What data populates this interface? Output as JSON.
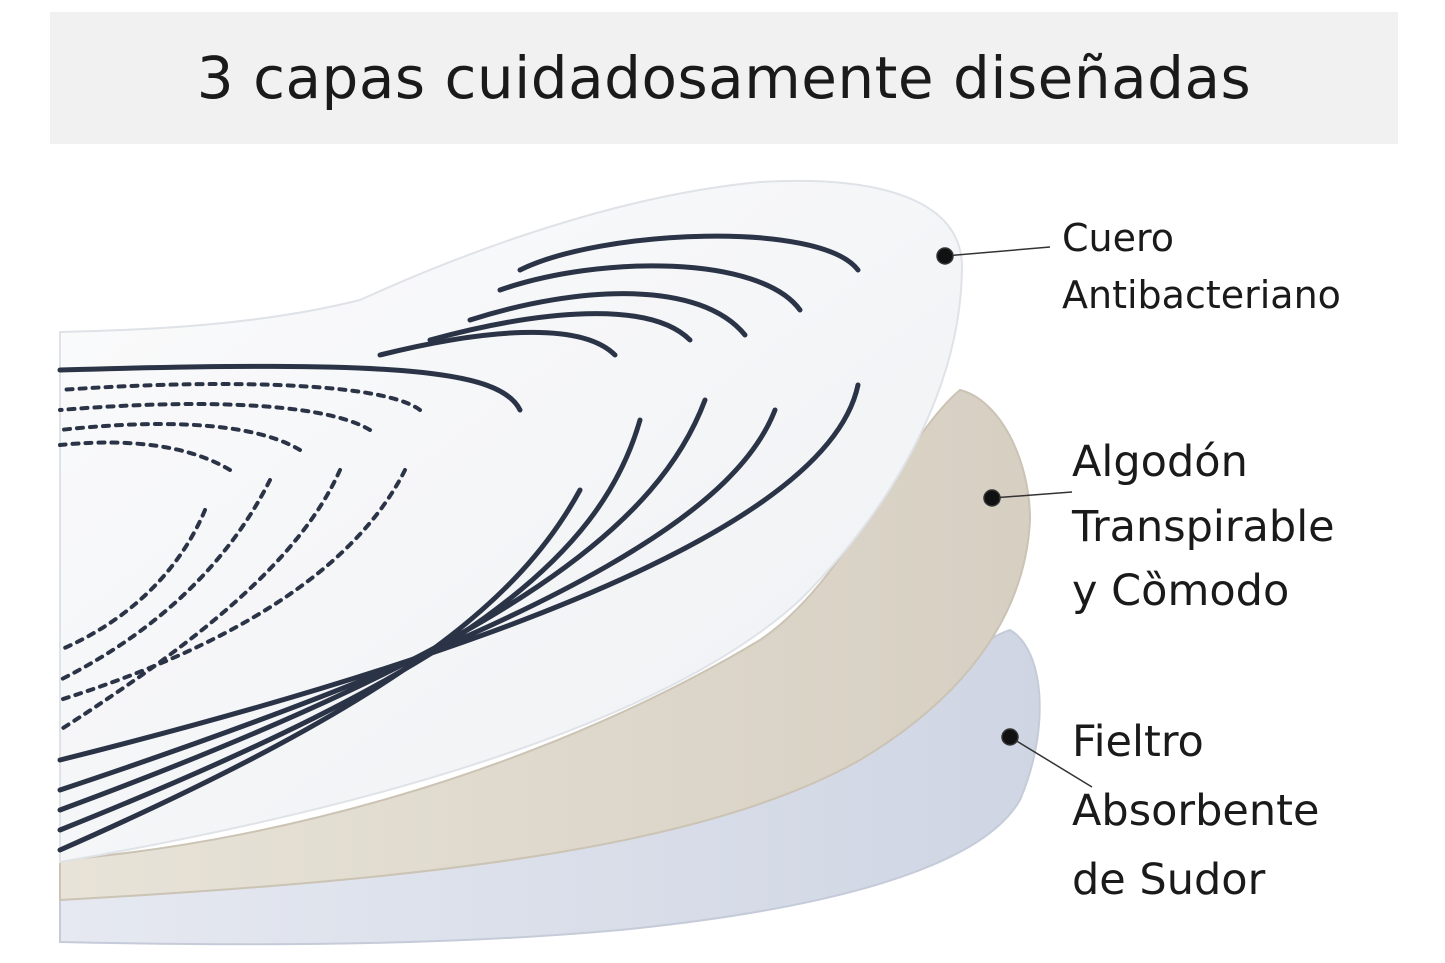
{
  "title": "3 capas cuidadosamente diseñadas",
  "layers": [
    {
      "line1": "Cuero",
      "line2": "Antibacteriano",
      "line3": ""
    },
    {
      "line1": "Algodón",
      "line2": "Transpirable",
      "line3": "y Cȍmodo"
    },
    {
      "line1": "Fieltro",
      "line2": "Absorbente",
      "line3": "de Sudor"
    }
  ],
  "colors": {
    "leather": "#f7f8fa",
    "cotton": "#dcd6ca",
    "felt": "#d6dbe8",
    "print": "#2b3447",
    "text": "#1a1a1a",
    "banner": "#f1f1f1"
  }
}
